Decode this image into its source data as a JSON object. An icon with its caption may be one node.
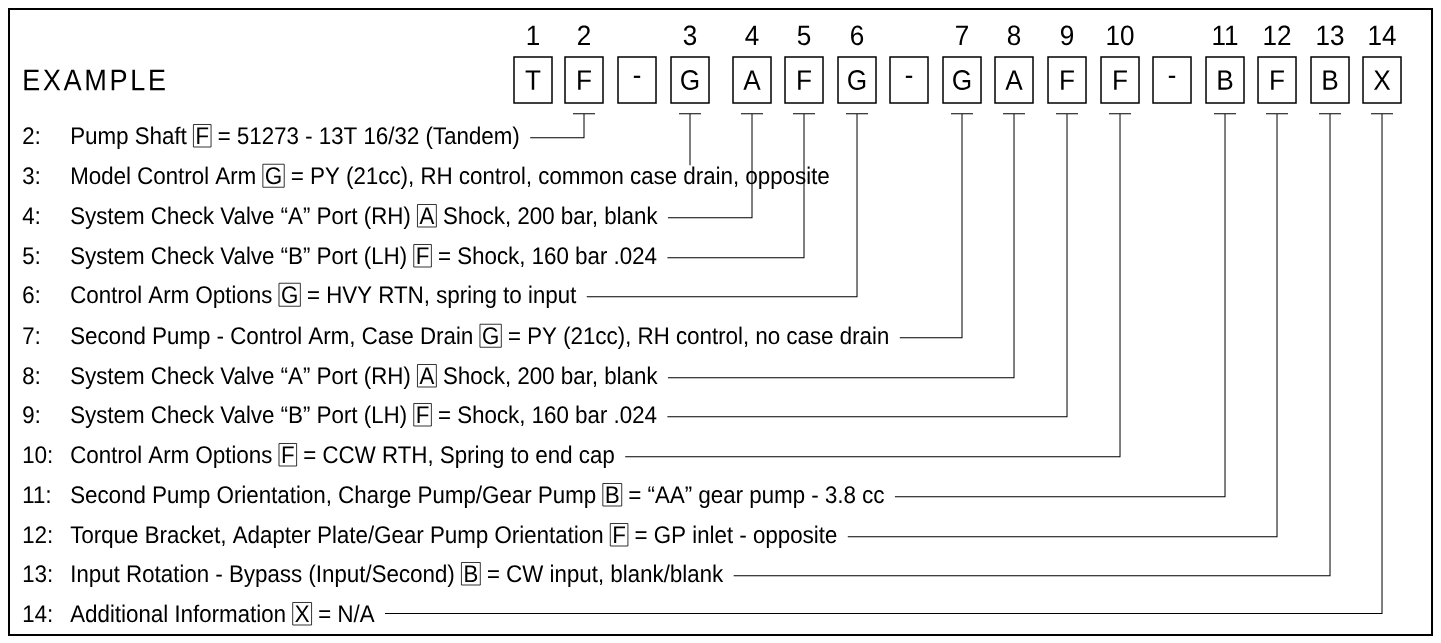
{
  "diagram": {
    "title": "EXAMPLE",
    "nodes": [
      {
        "text": [
          "T"
        ],
        "beside": [
          "1"
        ]
      },
      {
        "text": [
          "F"
        ],
        "beside": [
          "2"
        ]
      },
      {
        "text": [
          "-"
        ]
      },
      {
        "text": [
          "G"
        ],
        "beside": [
          "3"
        ]
      },
      {
        "text": [
          "A"
        ],
        "beside": [
          "4"
        ]
      },
      {
        "text": [
          "F"
        ],
        "beside": [
          "5"
        ]
      },
      {
        "text": [
          "G"
        ],
        "beside": [
          "6"
        ]
      },
      {
        "text": [
          "-"
        ]
      },
      {
        "text": [
          "G"
        ],
        "beside": [
          "7"
        ]
      },
      {
        "text": [
          "A"
        ],
        "beside": [
          "8"
        ]
      },
      {
        "text": [
          "F"
        ],
        "beside": [
          "9"
        ]
      },
      {
        "text": [
          "F"
        ],
        "beside": [
          "10"
        ]
      },
      {
        "text": [
          "-"
        ]
      },
      {
        "text": [
          "B"
        ],
        "beside": [
          "11"
        ]
      },
      {
        "text": [
          "F"
        ],
        "beside": [
          "12"
        ]
      },
      {
        "text": [
          "B"
        ],
        "beside": [
          "13"
        ]
      },
      {
        "text": [
          "X"
        ],
        "beside": [
          "14"
        ]
      },
      {
        "text": [
          "Pump Shaft",
          "= 51273 - 13T 16/32 (Tandem)"
        ],
        "beside": [
          "2:"
        ]
      },
      {
        "text": [
          "F"
        ],
        "in": 17
      },
      {
        "text": [
          "Model Control Arm",
          "= PY (21cc), RH control, common case drain, opposite"
        ],
        "beside": [
          "3:"
        ]
      },
      {
        "text": [
          "G"
        ],
        "in": 19
      },
      {
        "text": [
          "System Check Valve “A” Port (RH)",
          "Shock, 200 bar, blank"
        ],
        "beside": [
          "4:"
        ]
      },
      {
        "text": [
          "A"
        ],
        "in": 21
      },
      {
        "text": [
          "System Check Valve “B” Port (LH)",
          "= Shock, 160 bar .024"
        ],
        "beside": [
          "5:"
        ]
      },
      {
        "text": [
          "F"
        ],
        "in": 23
      },
      {
        "text": [
          "Control Arm Options",
          "= HVY RTN, spring to input"
        ],
        "beside": [
          "6:"
        ]
      },
      {
        "text": [
          "G"
        ],
        "in": 25
      },
      {
        "text": [
          "Second Pump - Control Arm, Case Drain",
          "= PY (21cc), RH control, no case drain"
        ],
        "beside": [
          "7:"
        ]
      },
      {
        "text": [
          "G"
        ],
        "in": 27
      },
      {
        "text": [
          "System Check Valve “A” Port (RH)",
          "Shock, 200 bar, blank"
        ],
        "beside": [
          "8:"
        ]
      },
      {
        "text": [
          "A"
        ],
        "in": 29
      },
      {
        "text": [
          "System Check Valve “B” Port (LH)",
          "= Shock, 160 bar .024"
        ],
        "beside": [
          "9:"
        ]
      },
      {
        "text": [
          "F"
        ],
        "in": 31
      },
      {
        "text": [
          "Control Arm Options",
          "= CCW RTH, Spring to end cap"
        ],
        "beside": [
          "10:"
        ]
      },
      {
        "text": [
          "F"
        ],
        "in": 33
      },
      {
        "text": [
          "Second Pump Orientation, Charge Pump/Gear Pump",
          "= “AA” gear pump - 3.8 cc"
        ],
        "beside": [
          "11:"
        ]
      },
      {
        "text": [
          "B"
        ],
        "in": 35
      },
      {
        "text": [
          "Torque Bracket, Adapter Plate/Gear Pump Orientation",
          "= GP inlet - opposite"
        ],
        "beside": [
          "12:"
        ]
      },
      {
        "text": [
          "F"
        ],
        "in": 37
      },
      {
        "text": [
          "Input Rotation - Bypass (Input/Second)",
          "= CW input, blank/blank"
        ],
        "beside": [
          "13:"
        ]
      },
      {
        "text": [
          "B"
        ],
        "in": 39
      },
      {
        "text": [
          "Additional Information",
          "= N/A"
        ],
        "beside": [
          "14:"
        ]
      },
      {
        "text": [
          "X"
        ],
        "in": 41
      }
    ],
    "edges": [
      {
        "from": 17,
        "to": 1,
        "arrow": "none"
      },
      {
        "from": 19,
        "to": 3,
        "arrow": "none"
      },
      {
        "from": 21,
        "to": 4,
        "arrow": "none"
      },
      {
        "from": 23,
        "to": 5,
        "arrow": "none"
      },
      {
        "from": 25,
        "to": 6,
        "arrow": "none"
      },
      {
        "from": 27,
        "to": 8,
        "arrow": "none"
      },
      {
        "from": 29,
        "to": 9,
        "arrow": "none"
      },
      {
        "from": 31,
        "to": 10,
        "arrow": "none"
      },
      {
        "from": 33,
        "to": 11,
        "arrow": "none"
      },
      {
        "from": 35,
        "to": 13,
        "arrow": "none"
      },
      {
        "from": 37,
        "to": 14,
        "arrow": "none"
      },
      {
        "from": 39,
        "to": 15,
        "arrow": "none"
      },
      {
        "from": 41,
        "to": 16,
        "arrow": "none"
      }
    ]
  }
}
